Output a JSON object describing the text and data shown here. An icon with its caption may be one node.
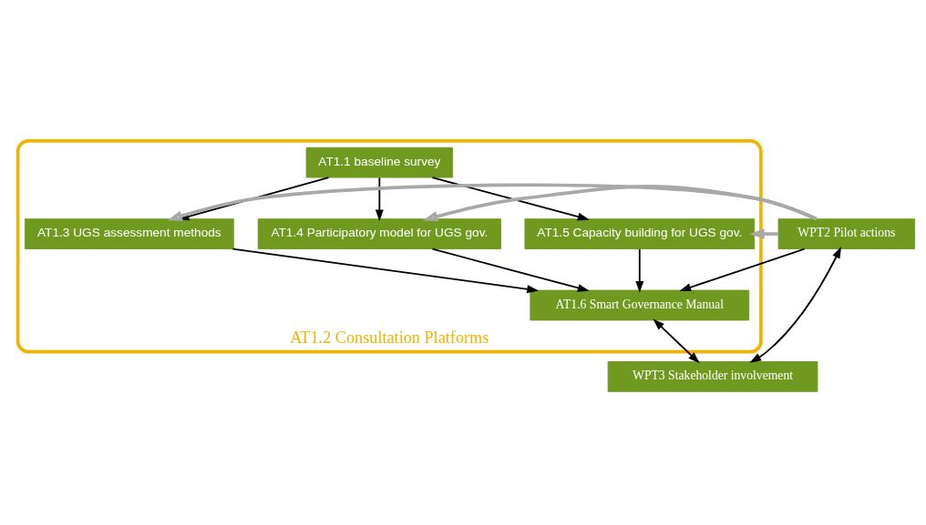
{
  "diagram": {
    "nodes": [
      {
        "text": [
          "AT1.2 Consultation Platforms"
        ]
      },
      {
        "text": [
          "AT1.1 baseline survey"
        ],
        "in": 0
      },
      {
        "text": [
          "AT1.3 UGS assessment methods"
        ],
        "in": 0
      },
      {
        "text": [
          "AT1.4 Participatory model for UGS gov."
        ],
        "in": 0
      },
      {
        "text": [
          "AT1.5 Capacity building for UGS gov."
        ],
        "in": 0
      },
      {
        "text": [
          "AT1.6 Smart Governance Manual"
        ],
        "in": 0
      },
      {
        "text": [
          "WPT2 Pilot actions"
        ]
      },
      {
        "text": [
          "WPT3 Stakeholder involvement"
        ]
      }
    ],
    "edges": [
      {
        "from": 1,
        "to": 2,
        "arrow": "to"
      },
      {
        "from": 1,
        "to": 3,
        "arrow": "to"
      },
      {
        "from": 1,
        "to": 4,
        "arrow": "to"
      },
      {
        "from": 6,
        "to": 2,
        "arrow": "to",
        "style": "thick",
        "color": "#a8a8a8"
      },
      {
        "from": 6,
        "to": 3,
        "arrow": "to",
        "style": "thick",
        "color": "#a8a8a8"
      },
      {
        "from": 6,
        "to": 4,
        "arrow": "to",
        "style": "thick",
        "color": "#a8a8a8"
      },
      {
        "from": 2,
        "to": 5,
        "arrow": "to"
      },
      {
        "from": 3,
        "to": 5,
        "arrow": "to"
      },
      {
        "from": 4,
        "to": 5,
        "arrow": "to"
      },
      {
        "from": 6,
        "to": 5,
        "arrow": "to"
      },
      {
        "from": 6,
        "to": 7,
        "arrow": "both"
      },
      {
        "from": 5,
        "to": 7,
        "arrow": "both"
      }
    ]
  }
}
